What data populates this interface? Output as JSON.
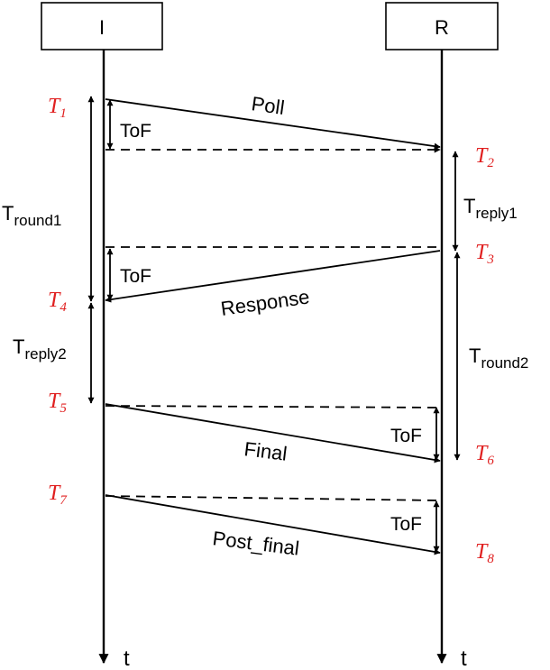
{
  "participants": {
    "initiator": "I",
    "responder": "R"
  },
  "axis_label": "t",
  "messages": {
    "poll": "Poll",
    "response": "Response",
    "final": "Final",
    "post_final": "Post_final"
  },
  "tof_label": "ToF",
  "timestamps": {
    "t1": {
      "base": "T",
      "sub": "1"
    },
    "t2": {
      "base": "T",
      "sub": "2"
    },
    "t3": {
      "base": "T",
      "sub": "3"
    },
    "t4": {
      "base": "T",
      "sub": "4"
    },
    "t5": {
      "base": "T",
      "sub": "5"
    },
    "t6": {
      "base": "T",
      "sub": "6"
    },
    "t7": {
      "base": "T",
      "sub": "7"
    },
    "t8": {
      "base": "T",
      "sub": "8"
    }
  },
  "durations": {
    "round1": {
      "base": "T",
      "sub": "round1"
    },
    "reply1": {
      "base": "T",
      "sub": "reply1"
    },
    "reply2": {
      "base": "T",
      "sub": "reply2"
    },
    "round2": {
      "base": "T",
      "sub": "round2"
    }
  },
  "colors": {
    "timestamp": "#e02020",
    "line": "#000000"
  }
}
